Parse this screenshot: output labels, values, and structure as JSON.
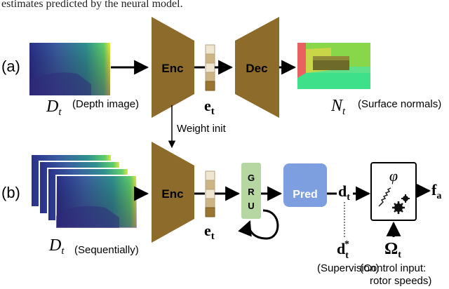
{
  "caption_fragment": "estimates predicted by the neural model.",
  "row_a": {
    "label": "(a)",
    "input_symbol": "D",
    "input_sub": "t",
    "input_desc": "(Depth image)",
    "encoder": "Enc",
    "embedding": "e",
    "embedding_sub": "t",
    "decoder": "Dec",
    "output_symbol": "N",
    "output_sub": "t",
    "output_desc": "(Surface normals)"
  },
  "weight_init": "Weight init",
  "row_b": {
    "label": "(b)",
    "input_symbol": "D",
    "input_sub": "t",
    "input_desc": "(Sequentially)",
    "encoder": "Enc",
    "embedding": "e",
    "embedding_sub": "t",
    "gru": [
      "G",
      "R",
      "U"
    ],
    "pred": "Pred",
    "d_symbol": "d",
    "d_sub": "t",
    "dstar_symbol": "d",
    "dstar_sub": "t",
    "dstar_sup": "*",
    "supervision": "(Supervision)",
    "phi": "φ",
    "force_symbol": "f",
    "force_sub": "a",
    "omega_symbol": "Ω",
    "omega_sub": "t",
    "control_line1": "(Control input:",
    "control_line2": "rotor speeds)"
  },
  "colors": {
    "encoder": "#8c6b2b",
    "gru": "#b7d7a2",
    "pred": "#7d9fe0",
    "arrow": "#000000"
  },
  "icons": [
    "depth-image-thumbnail",
    "surface-normals-thumbnail",
    "spring-icon",
    "gears-icon"
  ]
}
